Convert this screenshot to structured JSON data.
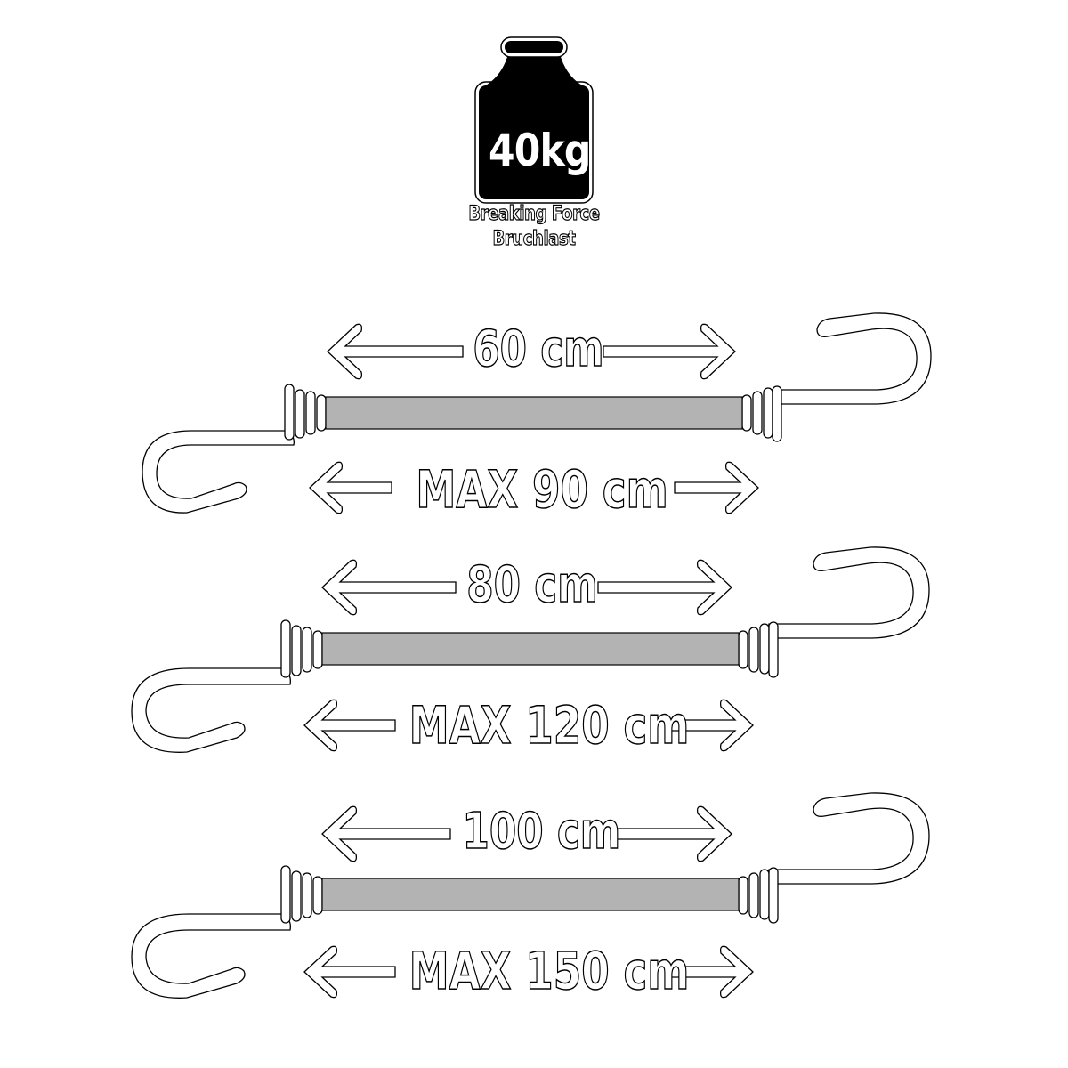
{
  "badge": {
    "weight_value": "40kg",
    "label_en": "Breaking Force",
    "label_de": "Bruchlast",
    "icon": "weight-icon"
  },
  "cords": [
    {
      "length": "60 cm",
      "max": "MAX 90 cm"
    },
    {
      "length": "80 cm",
      "max": "MAX 120 cm"
    },
    {
      "length": "100 cm",
      "max": "MAX 150 cm"
    }
  ],
  "colors": {
    "cord_fill": "#b3b3b3",
    "outline": "#000000",
    "background": "#ffffff",
    "weight_fill": "#000000"
  }
}
